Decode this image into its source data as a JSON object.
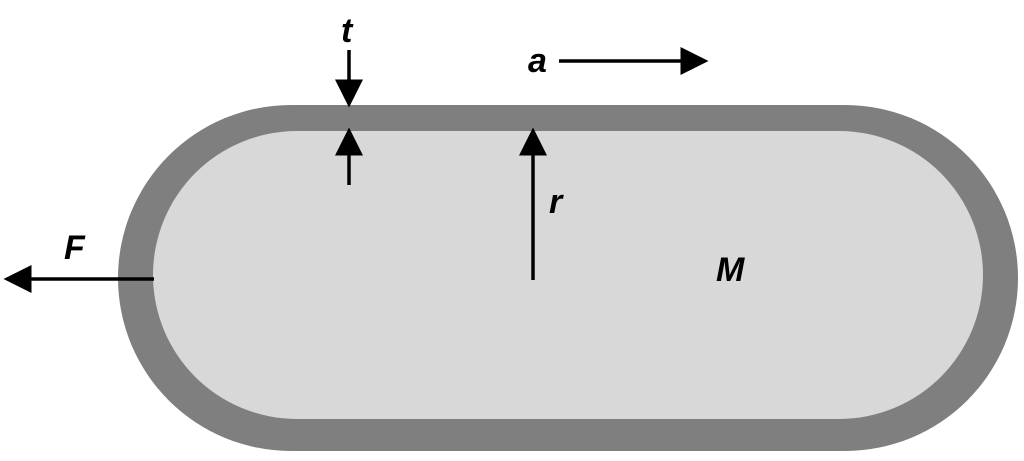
{
  "labels": {
    "thickness": "t",
    "acceleration": "a",
    "radius": "r",
    "force": "F",
    "mass": "M"
  },
  "colors": {
    "shell": "#7f7f7f",
    "interior": "#d8d8d8",
    "ink": "#000000",
    "background": "#ffffff"
  }
}
